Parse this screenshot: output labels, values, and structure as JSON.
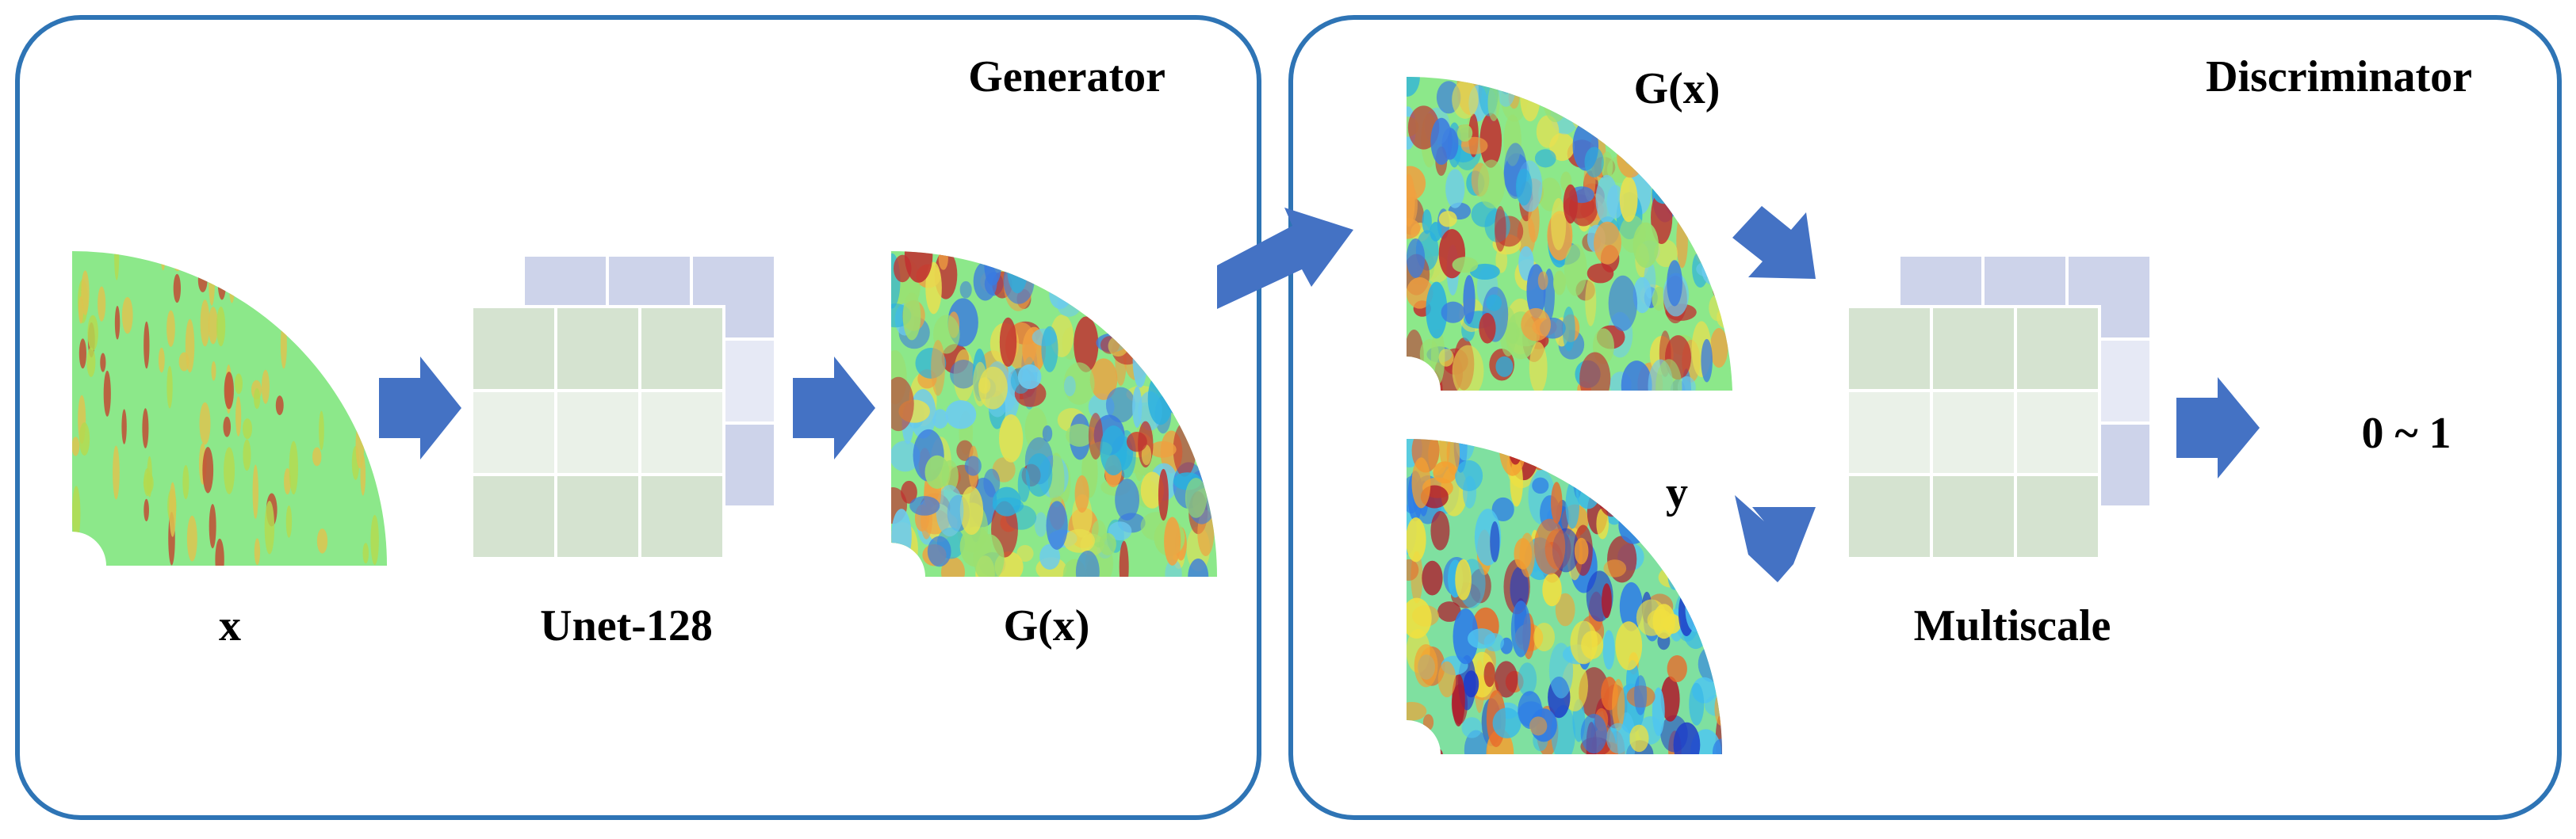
{
  "generator": {
    "title": "Generator",
    "input_label": "x",
    "network_label": "Unet-128",
    "output_label": "G(x)"
  },
  "discriminator": {
    "title": "Discriminator",
    "fake_label": "G(x)",
    "real_label": "y",
    "network_label": "Multiscale",
    "output_label": "0 ~ 1"
  },
  "colors": {
    "panel_border": "#2E74B5",
    "arrow": "#4472C4",
    "grid_front": "#D5E3D0",
    "grid_front_center": "#EAF1E8",
    "grid_back": "#CDD3EA",
    "grid_back_light": "#E6E9F5",
    "field_base": "#8CE88A"
  }
}
